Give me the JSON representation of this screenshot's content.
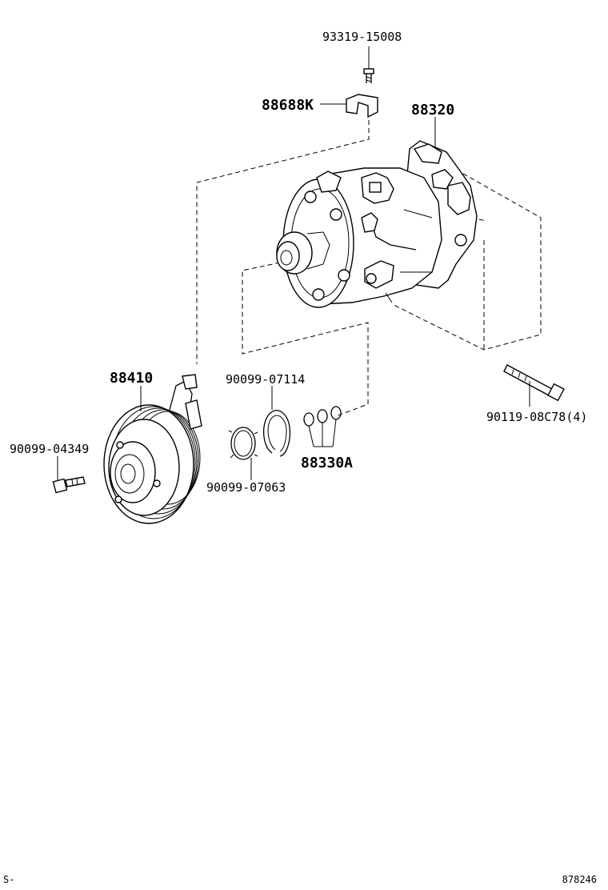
{
  "parts": {
    "bolt_top": "93319-15008",
    "bracket": "88688K",
    "compressor": "88320",
    "clutch": "88410",
    "snap_ring": "90099-07114",
    "bolt_left": "90099-04349",
    "retaining_ring": "90099-07063",
    "shims": "88330A",
    "mount_bolt": "90119-08C78(4)"
  },
  "footer": {
    "left": "S-",
    "right": "878246"
  }
}
